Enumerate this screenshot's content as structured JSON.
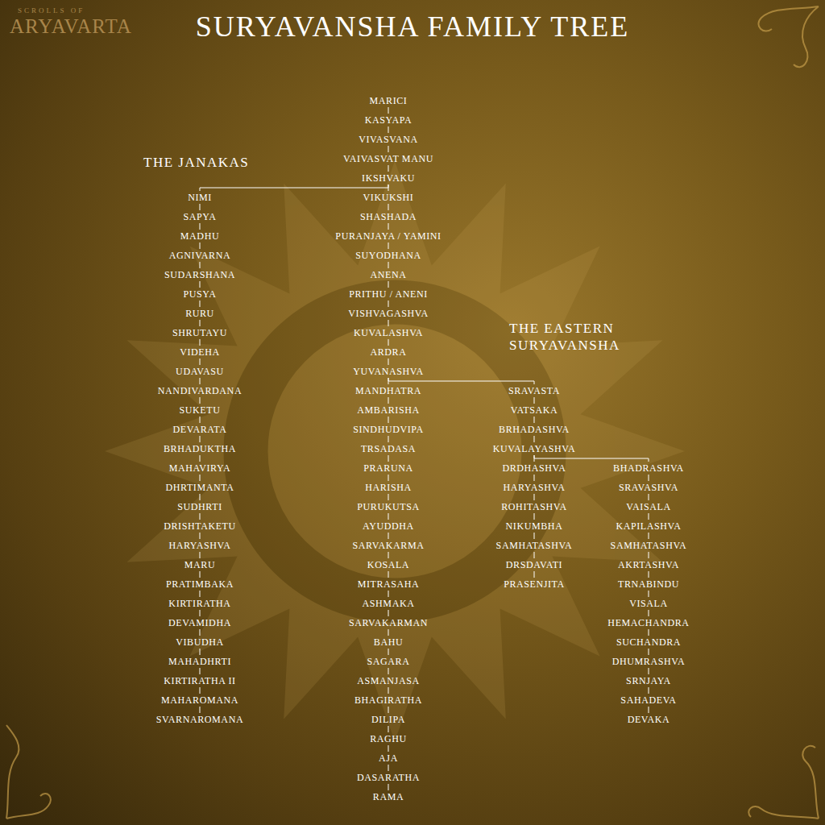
{
  "diagram": {
    "title": "SURYAVANSHA FAMILY TREE",
    "nodes": [
      {
        "text": [
          "MARICI"
        ]
      },
      {
        "text": [
          "KASYAPA"
        ]
      },
      {
        "text": [
          "VIVASVANA"
        ]
      },
      {
        "text": [
          "VAIVASVAT MANU"
        ]
      },
      {
        "text": [
          "IKSHVAKU"
        ]
      },
      {
        "text": [
          "VIKUKSHI"
        ]
      },
      {
        "text": [
          "SHASHADA"
        ]
      },
      {
        "text": [
          "PURANJAYA / YAMINI"
        ]
      },
      {
        "text": [
          "SUYODHANA"
        ]
      },
      {
        "text": [
          "ANENA"
        ]
      },
      {
        "text": [
          "PRITHU / ANENI"
        ]
      },
      {
        "text": [
          "VISHVAGASHVA"
        ]
      },
      {
        "text": [
          "KUVALASHVA"
        ]
      },
      {
        "text": [
          "ARDRA"
        ]
      },
      {
        "text": [
          "YUVANASHVA"
        ]
      },
      {
        "text": [
          "MANDHATRA"
        ]
      },
      {
        "text": [
          "AMBARISHA"
        ]
      },
      {
        "text": [
          "SINDHUDVIPA"
        ]
      },
      {
        "text": [
          "TRSADASA"
        ]
      },
      {
        "text": [
          "PRARUNA"
        ]
      },
      {
        "text": [
          "HARISHA"
        ]
      },
      {
        "text": [
          "PURUKUTSA"
        ]
      },
      {
        "text": [
          "AYUDDHA"
        ]
      },
      {
        "text": [
          "SARVAKARMA"
        ]
      },
      {
        "text": [
          "KOSALA"
        ]
      },
      {
        "text": [
          "MITRASAHA"
        ]
      },
      {
        "text": [
          "ASHMAKA"
        ]
      },
      {
        "text": [
          "SARVAKARMAN"
        ]
      },
      {
        "text": [
          "BAHU"
        ]
      },
      {
        "text": [
          "SAGARA"
        ]
      },
      {
        "text": [
          "ASMANJASA"
        ]
      },
      {
        "text": [
          "BHAGIRATHA"
        ]
      },
      {
        "text": [
          "DILIPA"
        ]
      },
      {
        "text": [
          "RAGHU"
        ]
      },
      {
        "text": [
          "AJA"
        ]
      },
      {
        "text": [
          "DASARATHA"
        ]
      },
      {
        "text": [
          "RAMA"
        ]
      },
      {
        "text": [
          "NIMI"
        ]
      },
      {
        "text": [
          "SAPYA"
        ]
      },
      {
        "text": [
          "MADHU"
        ]
      },
      {
        "text": [
          "AGNIVARNA"
        ]
      },
      {
        "text": [
          "SUDARSHANA"
        ]
      },
      {
        "text": [
          "PUSYA"
        ]
      },
      {
        "text": [
          "RURU"
        ]
      },
      {
        "text": [
          "SHRUTAYU"
        ]
      },
      {
        "text": [
          "VIDEHA"
        ]
      },
      {
        "text": [
          "UDAVASU"
        ]
      },
      {
        "text": [
          "NANDIVARDANA"
        ]
      },
      {
        "text": [
          "SUKETU"
        ]
      },
      {
        "text": [
          "DEVARATA"
        ]
      },
      {
        "text": [
          "BRHADUKTHA"
        ]
      },
      {
        "text": [
          "MAHAVIRYA"
        ]
      },
      {
        "text": [
          "DHRTIMANTA"
        ]
      },
      {
        "text": [
          "SUDHRTI"
        ]
      },
      {
        "text": [
          "DRISHTAKETU"
        ]
      },
      {
        "text": [
          "HARYASHVA"
        ]
      },
      {
        "text": [
          "MARU"
        ]
      },
      {
        "text": [
          "PRATIMBAKA"
        ]
      },
      {
        "text": [
          "KIRTIRATHA"
        ]
      },
      {
        "text": [
          "DEVAMIDHA"
        ]
      },
      {
        "text": [
          "VIBUDHA"
        ]
      },
      {
        "text": [
          "MAHADHRTI"
        ]
      },
      {
        "text": [
          "KIRTIRATHA II"
        ]
      },
      {
        "text": [
          "MAHAROMANA"
        ]
      },
      {
        "text": [
          "SVARNAROMANA"
        ]
      },
      {
        "text": [
          "SRAVASTA"
        ]
      },
      {
        "text": [
          "VATSAKA"
        ]
      },
      {
        "text": [
          "BRHADASHVA"
        ]
      },
      {
        "text": [
          "KUVALAYASHVA"
        ]
      },
      {
        "text": [
          "DRDHASHVA"
        ]
      },
      {
        "text": [
          "HARYASHVA"
        ]
      },
      {
        "text": [
          "ROHITASHVA"
        ]
      },
      {
        "text": [
          "NIKUMBHA"
        ]
      },
      {
        "text": [
          "SAMHATASHVA"
        ]
      },
      {
        "text": [
          "DRSDAVATI"
        ]
      },
      {
        "text": [
          "PRASENJITA"
        ]
      },
      {
        "text": [
          "BHADRASHVA"
        ]
      },
      {
        "text": [
          "SRAVASHVA"
        ]
      },
      {
        "text": [
          "VAISALA"
        ]
      },
      {
        "text": [
          "KAPILASHVA"
        ]
      },
      {
        "text": [
          "SAMHATASHVA"
        ]
      },
      {
        "text": [
          "AKRTASHVA"
        ]
      },
      {
        "text": [
          "TRNABINDU"
        ]
      },
      {
        "text": [
          "VISALA"
        ]
      },
      {
        "text": [
          "HEMACHANDRA"
        ]
      },
      {
        "text": [
          "SUCHANDRA"
        ]
      },
      {
        "text": [
          "DHUMRASHVA"
        ]
      },
      {
        "text": [
          "SRNJAYA"
        ]
      },
      {
        "text": [
          "SAHADEVA"
        ]
      },
      {
        "text": [
          "DEVAKA"
        ]
      }
    ],
    "edges": [
      {
        "from": 0,
        "to": 1,
        "arrow": "none"
      },
      {
        "from": 1,
        "to": 2,
        "arrow": "none"
      },
      {
        "from": 2,
        "to": 3,
        "arrow": "none"
      },
      {
        "from": 3,
        "to": 4,
        "arrow": "none"
      },
      {
        "from": 4,
        "to": 5,
        "arrow": "none"
      },
      {
        "from": 5,
        "to": 6,
        "arrow": "none"
      },
      {
        "from": 6,
        "to": 7,
        "arrow": "none"
      },
      {
        "from": 7,
        "to": 8,
        "arrow": "none"
      },
      {
        "from": 8,
        "to": 9,
        "arrow": "none"
      },
      {
        "from": 9,
        "to": 10,
        "arrow": "none"
      },
      {
        "from": 10,
        "to": 11,
        "arrow": "none"
      },
      {
        "from": 11,
        "to": 12,
        "arrow": "none"
      },
      {
        "from": 12,
        "to": 13,
        "arrow": "none"
      },
      {
        "from": 13,
        "to": 14,
        "arrow": "none"
      },
      {
        "from": 14,
        "to": 15,
        "arrow": "none"
      },
      {
        "from": 15,
        "to": 16,
        "arrow": "none"
      },
      {
        "from": 16,
        "to": 17,
        "arrow": "none"
      },
      {
        "from": 17,
        "to": 18,
        "arrow": "none"
      },
      {
        "from": 18,
        "to": 19,
        "arrow": "none"
      },
      {
        "from": 19,
        "to": 20,
        "arrow": "none"
      },
      {
        "from": 20,
        "to": 21,
        "arrow": "none"
      },
      {
        "from": 21,
        "to": 22,
        "arrow": "none"
      },
      {
        "from": 22,
        "to": 23,
        "arrow": "none"
      },
      {
        "from": 23,
        "to": 24,
        "arrow": "none"
      },
      {
        "from": 24,
        "to": 25,
        "arrow": "none"
      },
      {
        "from": 25,
        "to": 26,
        "arrow": "none"
      },
      {
        "from": 26,
        "to": 27,
        "arrow": "none"
      },
      {
        "from": 27,
        "to": 28,
        "arrow": "none"
      },
      {
        "from": 28,
        "to": 29,
        "arrow": "none"
      },
      {
        "from": 29,
        "to": 30,
        "arrow": "none"
      },
      {
        "from": 30,
        "to": 31,
        "arrow": "none"
      },
      {
        "from": 31,
        "to": 32,
        "arrow": "none"
      },
      {
        "from": 32,
        "to": 33,
        "arrow": "none"
      },
      {
        "from": 33,
        "to": 34,
        "arrow": "none"
      },
      {
        "from": 34,
        "to": 35,
        "arrow": "none"
      },
      {
        "from": 35,
        "to": 36,
        "arrow": "none"
      },
      {
        "from": 4,
        "to": 37,
        "arrow": "none"
      },
      {
        "from": 37,
        "to": 38,
        "arrow": "none"
      },
      {
        "from": 38,
        "to": 39,
        "arrow": "none"
      },
      {
        "from": 39,
        "to": 40,
        "arrow": "none"
      },
      {
        "from": 40,
        "to": 41,
        "arrow": "none"
      },
      {
        "from": 41,
        "to": 42,
        "arrow": "none"
      },
      {
        "from": 42,
        "to": 43,
        "arrow": "none"
      },
      {
        "from": 43,
        "to": 44,
        "arrow": "none"
      },
      {
        "from": 44,
        "to": 45,
        "arrow": "none"
      },
      {
        "from": 45,
        "to": 46,
        "arrow": "none"
      },
      {
        "from": 46,
        "to": 47,
        "arrow": "none"
      },
      {
        "from": 47,
        "to": 48,
        "arrow": "none"
      },
      {
        "from": 48,
        "to": 49,
        "arrow": "none"
      },
      {
        "from": 49,
        "to": 50,
        "arrow": "none"
      },
      {
        "from": 50,
        "to": 51,
        "arrow": "none"
      },
      {
        "from": 51,
        "to": 52,
        "arrow": "none"
      },
      {
        "from": 52,
        "to": 53,
        "arrow": "none"
      },
      {
        "from": 53,
        "to": 54,
        "arrow": "none"
      },
      {
        "from": 54,
        "to": 55,
        "arrow": "none"
      },
      {
        "from": 55,
        "to": 56,
        "arrow": "none"
      },
      {
        "from": 56,
        "to": 57,
        "arrow": "none"
      },
      {
        "from": 57,
        "to": 58,
        "arrow": "none"
      },
      {
        "from": 58,
        "to": 59,
        "arrow": "none"
      },
      {
        "from": 59,
        "to": 60,
        "arrow": "none"
      },
      {
        "from": 60,
        "to": 61,
        "arrow": "none"
      },
      {
        "from": 61,
        "to": 62,
        "arrow": "none"
      },
      {
        "from": 62,
        "to": 63,
        "arrow": "none"
      },
      {
        "from": 63,
        "to": 64,
        "arrow": "none"
      },
      {
        "from": 14,
        "to": 65,
        "arrow": "none"
      },
      {
        "from": 65,
        "to": 66,
        "arrow": "none"
      },
      {
        "from": 66,
        "to": 67,
        "arrow": "none"
      },
      {
        "from": 67,
        "to": 68,
        "arrow": "none"
      },
      {
        "from": 68,
        "to": 69,
        "arrow": "none"
      },
      {
        "from": 69,
        "to": 70,
        "arrow": "none"
      },
      {
        "from": 70,
        "to": 71,
        "arrow": "none"
      },
      {
        "from": 71,
        "to": 72,
        "arrow": "none"
      },
      {
        "from": 72,
        "to": 73,
        "arrow": "none"
      },
      {
        "from": 73,
        "to": 74,
        "arrow": "none"
      },
      {
        "from": 74,
        "to": 75,
        "arrow": "none"
      },
      {
        "from": 68,
        "to": 76,
        "arrow": "none"
      },
      {
        "from": 76,
        "to": 77,
        "arrow": "none"
      },
      {
        "from": 77,
        "to": 78,
        "arrow": "none"
      },
      {
        "from": 78,
        "to": 79,
        "arrow": "none"
      },
      {
        "from": 79,
        "to": 80,
        "arrow": "none"
      },
      {
        "from": 80,
        "to": 81,
        "arrow": "none"
      },
      {
        "from": 81,
        "to": 82,
        "arrow": "none"
      },
      {
        "from": 82,
        "to": 83,
        "arrow": "none"
      },
      {
        "from": 83,
        "to": 84,
        "arrow": "none"
      },
      {
        "from": 84,
        "to": 85,
        "arrow": "none"
      },
      {
        "from": 85,
        "to": 86,
        "arrow": "none"
      },
      {
        "from": 86,
        "to": 87,
        "arrow": "none"
      },
      {
        "from": 87,
        "to": 88,
        "arrow": "none"
      },
      {
        "from": 88,
        "to": 89,
        "arrow": "none"
      }
    ],
    "labels": [
      "SCROLLS OF",
      "ARYAVARTA",
      "THE JANAKAS",
      "THE EASTERN SURYAVANSHA"
    ]
  }
}
